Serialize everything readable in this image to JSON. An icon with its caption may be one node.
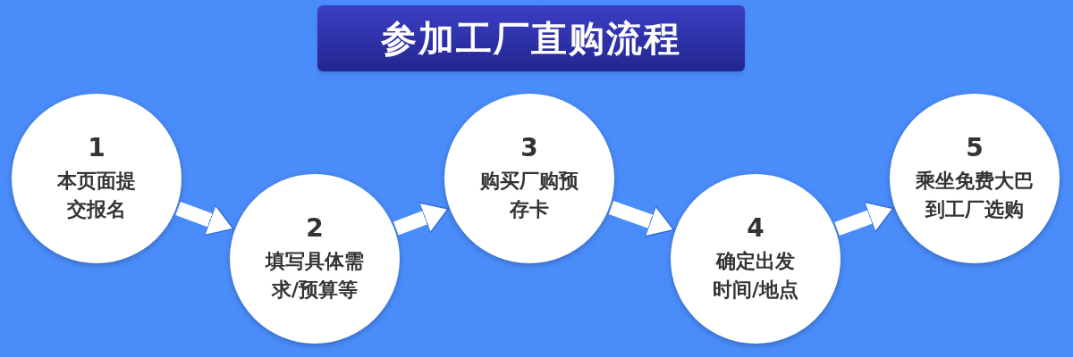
{
  "diagram": {
    "title": "参加工厂直购流程",
    "nodes": [
      {
        "text": [
          "1",
          "本页面提交报名"
        ]
      },
      {
        "text": [
          "2",
          "填写具体需求/预算等"
        ]
      },
      {
        "text": [
          "3",
          "购买厂购预存卡"
        ]
      },
      {
        "text": [
          "4",
          "确定出发时间/地点"
        ]
      },
      {
        "text": [
          "5",
          "乘坐免费大巴到工厂选购"
        ]
      }
    ],
    "edges": [
      {
        "from": 0,
        "to": 1,
        "arrow": "to"
      },
      {
        "from": 1,
        "to": 2,
        "arrow": "to"
      },
      {
        "from": 2,
        "to": 3,
        "arrow": "to"
      },
      {
        "from": 3,
        "to": 4,
        "arrow": "to"
      }
    ]
  }
}
